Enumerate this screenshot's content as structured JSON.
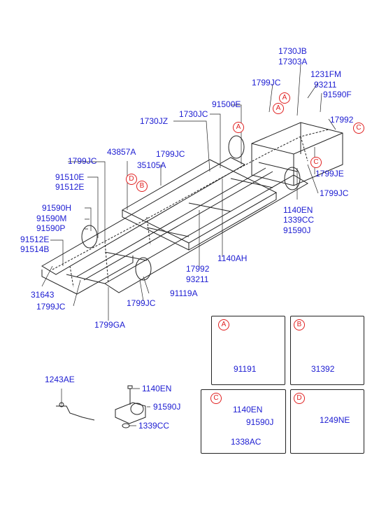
{
  "title": "",
  "frame_labels": [
    "1730JB",
    "17303A",
    "1231FM",
    "93211",
    "91590F",
    "17992",
    "1799JC",
    "91500E",
    "1730JC",
    "1730JZ",
    "1799JC",
    "43857A",
    "1799JC",
    "35105A",
    "91510E",
    "91512E",
    "91590H",
    "91590M",
    "91590P",
    "91512E",
    "91514B",
    "31643",
    "1799JC",
    "1799GA",
    "1799JC",
    "91119A",
    "17992",
    "93211",
    "1140AH",
    "1140EN",
    "1339CC",
    "91590J",
    "1799JE",
    "1799JC"
  ],
  "callouts": [
    "A",
    "A",
    "A",
    "B",
    "C",
    "C",
    "D"
  ],
  "detail_A": {
    "callout": "A",
    "part": "91191"
  },
  "detail_B": {
    "callout": "B",
    "part": "31392"
  },
  "detail_C": {
    "callout": "C",
    "parts": [
      "1140EN",
      "91590J",
      "1338AC"
    ]
  },
  "detail_D": {
    "callout": "D",
    "part": "1249NE"
  },
  "loose_parts": [
    "1243AE",
    "1140EN",
    "91590J",
    "1339CC"
  ],
  "colors": {
    "label": "#1c1cd2",
    "callout": "#e02020",
    "line": "#222222"
  }
}
